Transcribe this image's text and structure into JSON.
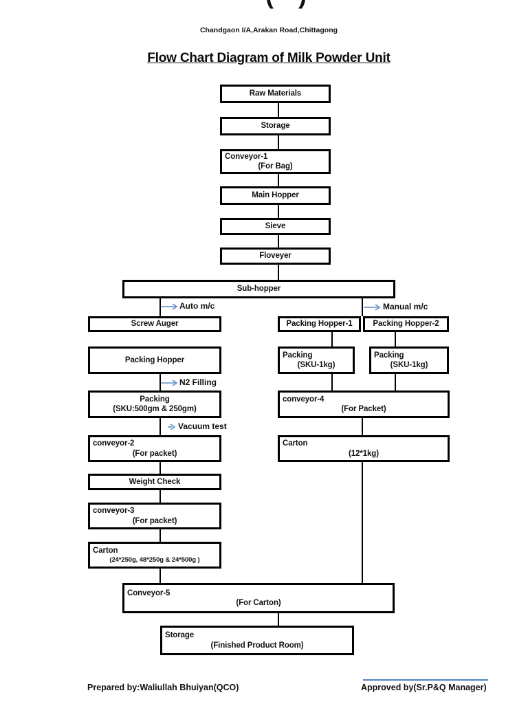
{
  "header": {
    "clipped_left_paren": "(",
    "clipped_right_paren": ")",
    "address": "Chandgaon I/A,Arakan Road,Chittagong",
    "title": "Flow Chart Diagram of Milk Powder Unit"
  },
  "nodes": {
    "raw_materials": {
      "label": "Raw Materials"
    },
    "storage_top": {
      "label": "Storage"
    },
    "conveyor_1": {
      "line1": "Conveyor-1",
      "line2": "(For Bag)"
    },
    "main_hopper": {
      "label": "Main Hopper"
    },
    "sieve": {
      "label": "Sieve"
    },
    "floveyer": {
      "label": "Floveyer"
    },
    "sub_hopper": {
      "label": "Sub-hopper"
    },
    "screw_auger": {
      "label": "Screw Auger"
    },
    "packing_hopper_1": {
      "label": "Packing Hopper-1"
    },
    "packing_hopper_2": {
      "label": "Packing Hopper-2"
    },
    "packing_hopper_left": {
      "label": "Packing Hopper"
    },
    "packing_left": {
      "line1": "Packing",
      "line2": "(SKU:500gm & 250gm)"
    },
    "conveyor_2": {
      "line1": "conveyor-2",
      "line2": "(For packet)"
    },
    "weight_check": {
      "label": "Weight Check"
    },
    "conveyor_3": {
      "line1": "conveyor-3",
      "line2": "(For packet)"
    },
    "carton_left": {
      "line1": "Carton",
      "line2": "(24*250g, 48*250g & 24*500g )"
    },
    "packing_1kg_a": {
      "line1": "Packing",
      "line2": "(SKU-1kg)"
    },
    "packing_1kg_b": {
      "line1": "Packing",
      "line2": "(SKU-1kg)"
    },
    "conveyor_4": {
      "line1": "conveyor-4",
      "line2": "(For Packet)"
    },
    "carton_right": {
      "line1": "Carton",
      "line2": "(12*1kg)"
    },
    "conveyor_5": {
      "line1": "Conveyor-5",
      "line2": "(For Carton)"
    },
    "storage_bottom": {
      "line1": "Storage",
      "line2": "(Finished Product Room)"
    }
  },
  "branch_labels": {
    "auto": "Auto m/c",
    "manual": "Manual m/c",
    "n2": "N2 Filling",
    "vacuum": "Vacuum test"
  },
  "footer": {
    "prepared_by": "Prepared by:Waliullah Bhuiyan(QCO)",
    "approved_by": "Approved by(Sr.P&Q Manager)"
  },
  "colors": {
    "arrow_blue": "#5b8ec4",
    "signature_line_blue": "#4f81bd",
    "ink": "#000000"
  }
}
